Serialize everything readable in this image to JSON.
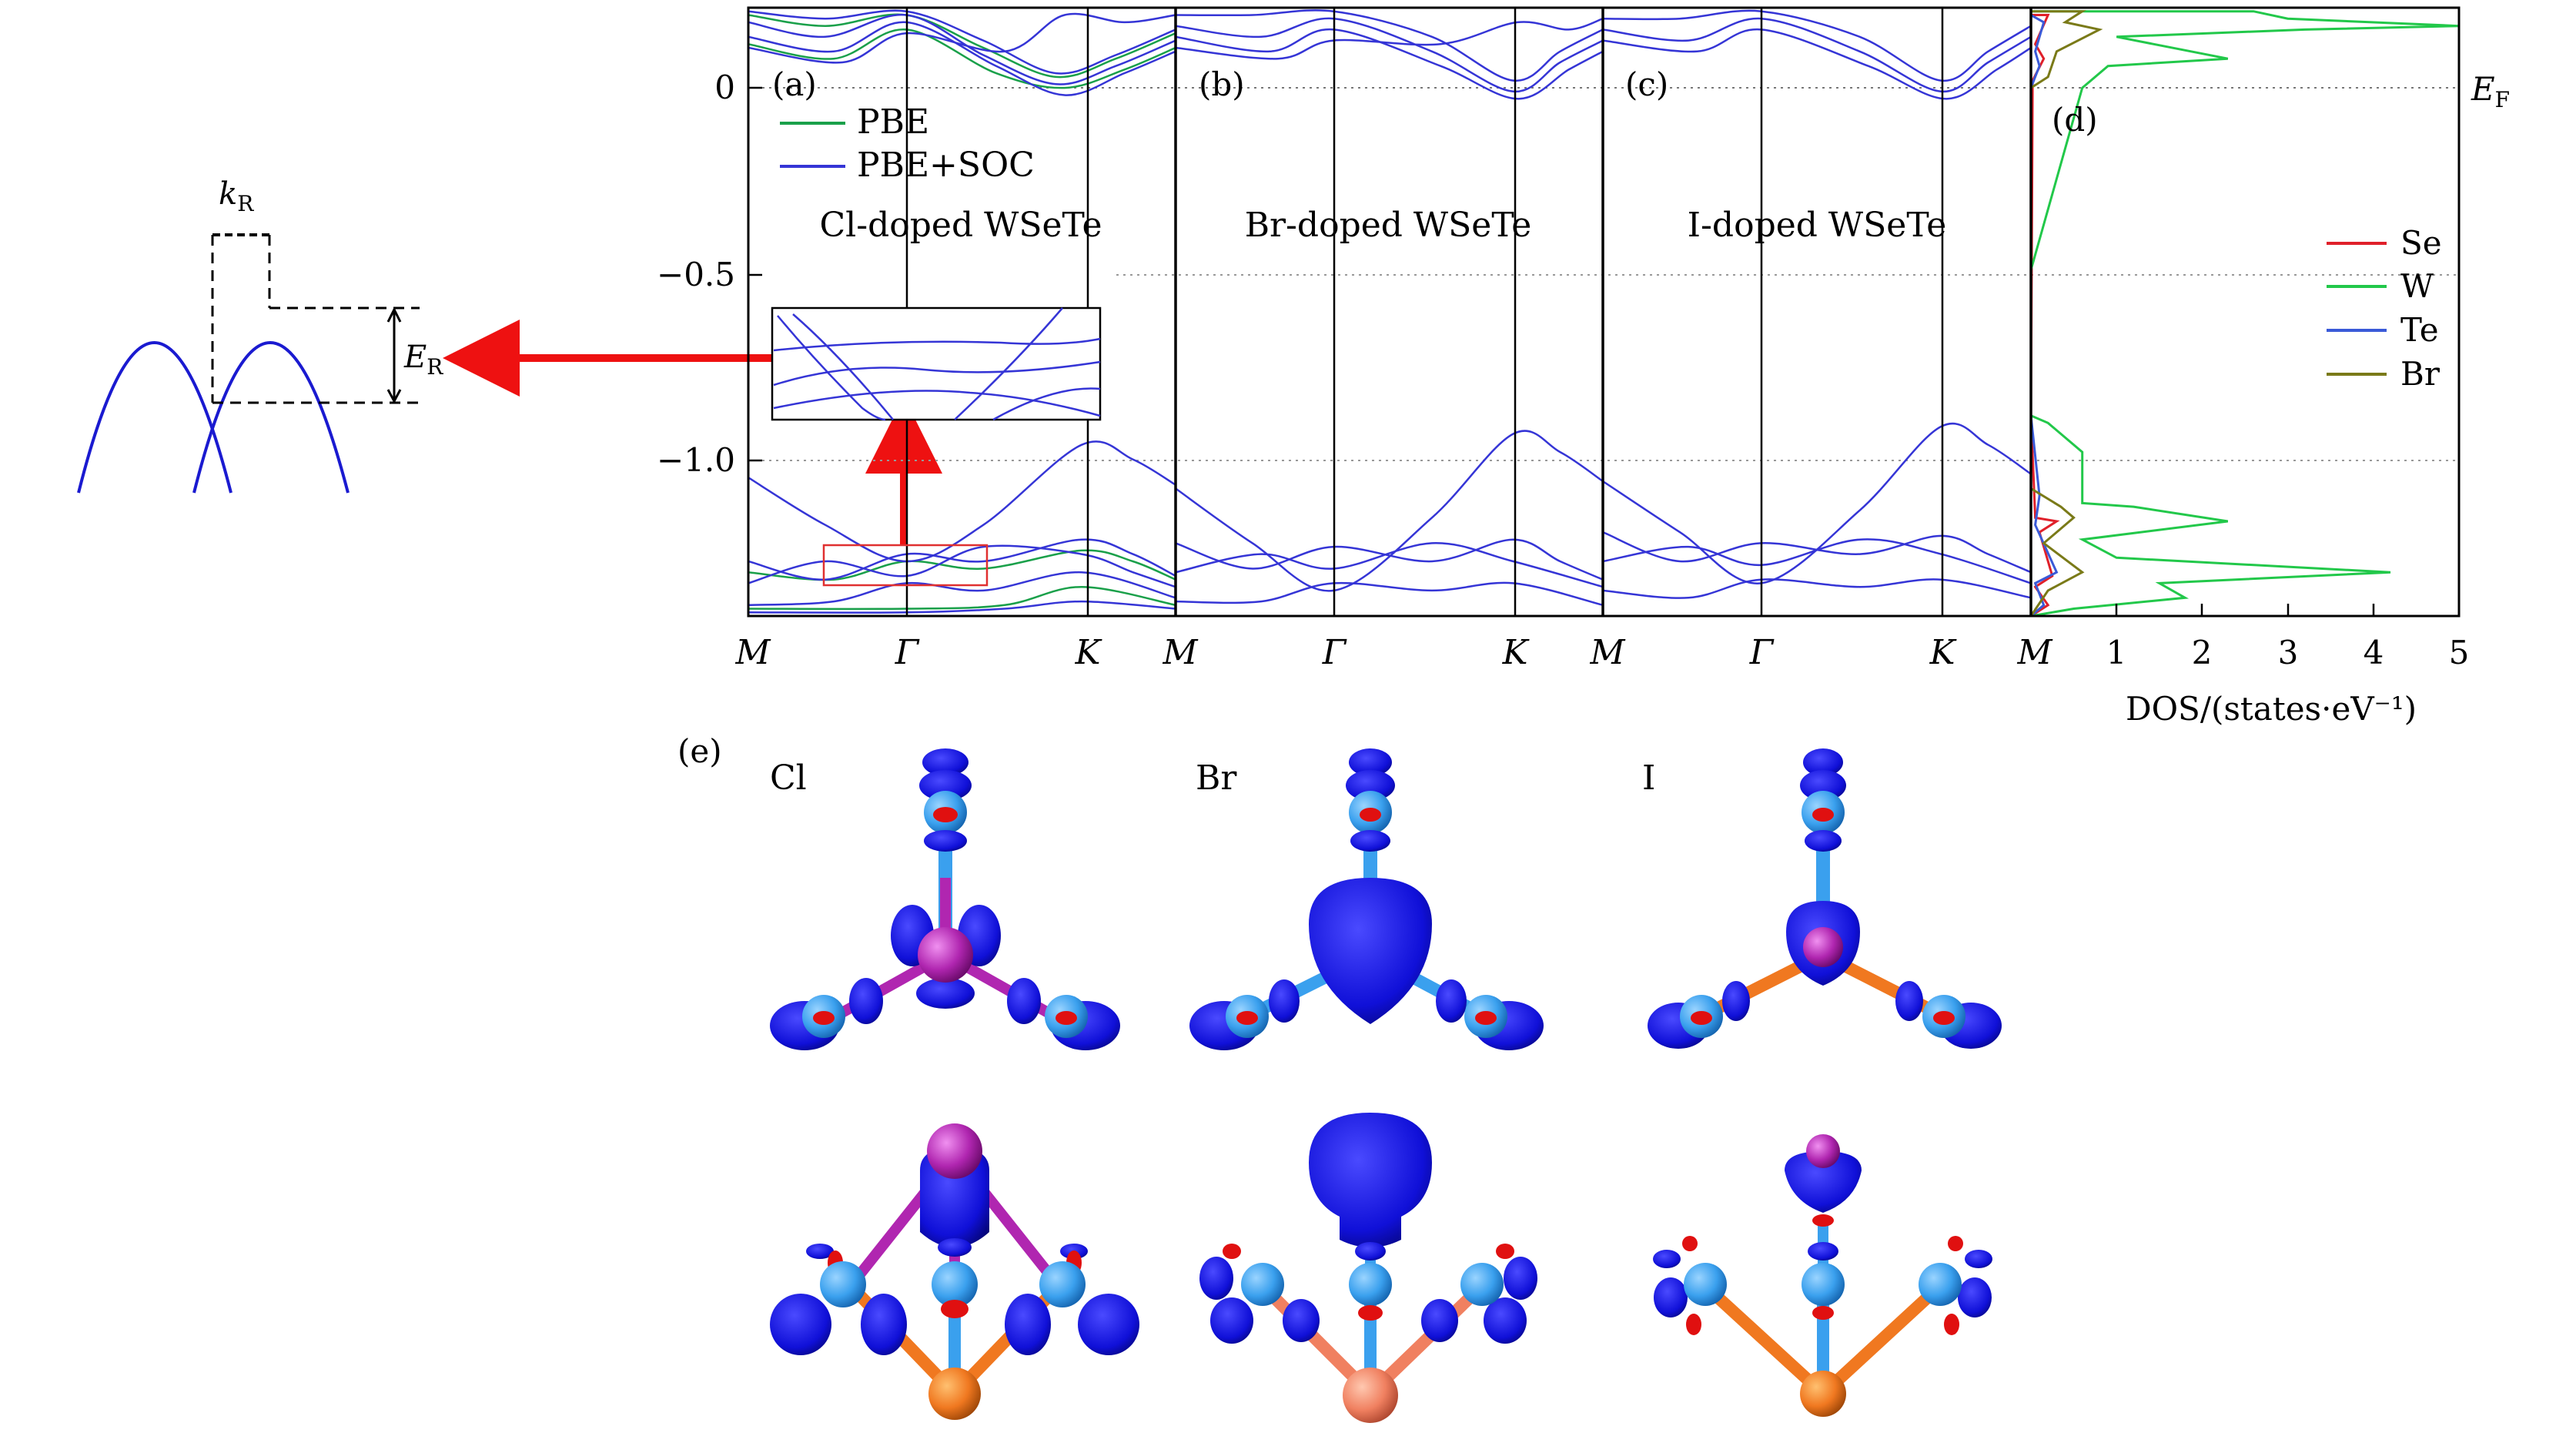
{
  "colors": {
    "pbe": "#1aa04a",
    "soc": "#3535d6",
    "se": "#e0202a",
    "w": "#22c84a",
    "te": "#3a5ad8",
    "br": "#7a7a18",
    "arrow": "#ee1111",
    "iso_blue": "#1010d8",
    "iso_red": "#e01010",
    "atom_blue": "#3aa0ee",
    "atom_magenta": "#b026b0",
    "atom_orange": "#f07820",
    "atom_salmon": "#f08060"
  },
  "schematic": {
    "k_label": "k",
    "k_sub": "R",
    "e_label": "E",
    "e_sub": "R"
  },
  "panels": [
    {
      "letter": "(a)",
      "title": "Cl-doped WSeTe"
    },
    {
      "letter": "(b)",
      "title": "Br-doped WSeTe"
    },
    {
      "letter": "(c)",
      "title": "I-doped WSeTe"
    },
    {
      "letter": "(d)"
    }
  ],
  "band_legend": [
    {
      "label": "PBE",
      "color": "#1aa04a"
    },
    {
      "label": "PBE+SOC",
      "color": "#3535d6"
    }
  ],
  "kpath_labels": [
    "M",
    "Γ",
    "K",
    "M",
    "Γ",
    "K",
    "M",
    "Γ",
    "K",
    "M"
  ],
  "fermi": {
    "label": "E",
    "sub": "F"
  },
  "dos_legend": [
    {
      "label": "Se",
      "color": "#e0202a"
    },
    {
      "label": "W",
      "color": "#22c84a"
    },
    {
      "label": "Te",
      "color": "#3a5ad8"
    },
    {
      "label": "Br",
      "color": "#7a7a18"
    }
  ],
  "dos_axis_label": "DOS/(states·eV⁻¹)",
  "e_panel": {
    "letter": "(e)",
    "labels": [
      "Cl",
      "Br",
      "I"
    ]
  },
  "chart_data": {
    "type": "line",
    "title": "",
    "xlabel": "",
    "ylabel": "",
    "ylim": [
      -1.45,
      0.22
    ],
    "yticks": [
      {
        "value": 0.0,
        "label": "0"
      },
      {
        "value": -0.5,
        "label": "−0.5"
      },
      {
        "value": -1.0,
        "label": "−1.0"
      }
    ],
    "kpath": [
      "M",
      "Γ",
      "K",
      "M"
    ],
    "bands": {
      "cl_soc": [
        [
          [
            0.0,
            0.21
          ],
          [
            0.18,
            0.19
          ],
          [
            0.37,
            0.21
          ],
          [
            0.55,
            0.13
          ],
          [
            0.72,
            0.04
          ],
          [
            0.86,
            0.09
          ],
          [
            1.0,
            0.16
          ]
        ],
        [
          [
            0.0,
            0.18
          ],
          [
            0.18,
            0.14
          ],
          [
            0.37,
            0.2
          ],
          [
            0.55,
            0.09
          ],
          [
            0.72,
            0.01
          ],
          [
            0.86,
            0.06
          ],
          [
            1.0,
            0.13
          ]
        ],
        [
          [
            0.0,
            0.14
          ],
          [
            0.2,
            0.1
          ],
          [
            0.37,
            0.18
          ],
          [
            0.58,
            0.06
          ],
          [
            0.74,
            -0.02
          ],
          [
            0.88,
            0.04
          ],
          [
            1.0,
            0.1
          ]
        ],
        [
          [
            0.0,
            0.11
          ],
          [
            0.22,
            0.07
          ],
          [
            0.37,
            0.15
          ],
          [
            0.6,
            0.1
          ],
          [
            0.74,
            0.2
          ],
          [
            0.88,
            0.18
          ],
          [
            1.0,
            0.2
          ]
        ],
        [
          [
            0.0,
            -1.07
          ],
          [
            0.18,
            -1.2
          ],
          [
            0.37,
            -1.3
          ],
          [
            0.55,
            -1.2
          ],
          [
            0.78,
            -0.98
          ],
          [
            0.9,
            -1.02
          ],
          [
            1.0,
            -1.09
          ]
        ],
        [
          [
            0.0,
            -1.3
          ],
          [
            0.18,
            -1.35
          ],
          [
            0.37,
            -1.28
          ],
          [
            0.55,
            -1.3
          ],
          [
            0.78,
            -1.24
          ],
          [
            0.9,
            -1.28
          ],
          [
            1.0,
            -1.34
          ]
        ],
        [
          [
            0.0,
            -1.36
          ],
          [
            0.18,
            -1.3
          ],
          [
            0.37,
            -1.34
          ],
          [
            0.55,
            -1.26
          ],
          [
            0.78,
            -1.28
          ],
          [
            0.9,
            -1.33
          ],
          [
            1.0,
            -1.37
          ]
        ],
        [
          [
            0.0,
            -1.42
          ],
          [
            0.2,
            -1.41
          ],
          [
            0.37,
            -1.36
          ],
          [
            0.55,
            -1.38
          ],
          [
            0.78,
            -1.33
          ],
          [
            1.0,
            -1.4
          ]
        ],
        [
          [
            0.0,
            -1.44
          ],
          [
            0.37,
            -1.44
          ],
          [
            0.6,
            -1.43
          ],
          [
            0.78,
            -1.41
          ],
          [
            1.0,
            -1.43
          ]
        ]
      ],
      "cl_pbe": [
        [
          [
            0.0,
            0.2
          ],
          [
            0.18,
            0.17
          ],
          [
            0.37,
            0.2
          ],
          [
            0.55,
            0.11
          ],
          [
            0.72,
            0.03
          ],
          [
            0.86,
            0.08
          ],
          [
            1.0,
            0.15
          ]
        ],
        [
          [
            0.0,
            0.12
          ],
          [
            0.2,
            0.08
          ],
          [
            0.37,
            0.16
          ],
          [
            0.58,
            0.04
          ],
          [
            0.74,
            0.0
          ],
          [
            0.88,
            0.05
          ],
          [
            1.0,
            0.11
          ]
        ],
        [
          [
            0.0,
            -1.33
          ],
          [
            0.2,
            -1.35
          ],
          [
            0.37,
            -1.3
          ],
          [
            0.55,
            -1.32
          ],
          [
            0.78,
            -1.27
          ],
          [
            0.9,
            -1.3
          ],
          [
            1.0,
            -1.35
          ]
        ],
        [
          [
            0.0,
            -1.43
          ],
          [
            0.37,
            -1.43
          ],
          [
            0.6,
            -1.42
          ],
          [
            0.78,
            -1.37
          ],
          [
            1.0,
            -1.42
          ]
        ]
      ],
      "br_soc": [
        [
          [
            0.0,
            0.2
          ],
          [
            0.18,
            0.2
          ],
          [
            0.37,
            0.21
          ],
          [
            0.6,
            0.14
          ],
          [
            0.79,
            0.02
          ],
          [
            0.9,
            0.1
          ],
          [
            1.0,
            0.16
          ]
        ],
        [
          [
            0.0,
            0.17
          ],
          [
            0.2,
            0.14
          ],
          [
            0.37,
            0.19
          ],
          [
            0.6,
            0.1
          ],
          [
            0.79,
            -0.01
          ],
          [
            0.9,
            0.07
          ],
          [
            1.0,
            0.13
          ]
        ],
        [
          [
            0.0,
            0.14
          ],
          [
            0.22,
            0.1
          ],
          [
            0.37,
            0.16
          ],
          [
            0.62,
            0.06
          ],
          [
            0.8,
            -0.03
          ],
          [
            0.92,
            0.05
          ],
          [
            1.0,
            0.1
          ]
        ],
        [
          [
            0.0,
            0.11
          ],
          [
            0.24,
            0.08
          ],
          [
            0.37,
            0.13
          ],
          [
            0.62,
            0.12
          ],
          [
            0.8,
            0.18
          ],
          [
            0.92,
            0.16
          ],
          [
            1.0,
            0.19
          ]
        ],
        [
          [
            0.0,
            -1.1
          ],
          [
            0.18,
            -1.25
          ],
          [
            0.37,
            -1.38
          ],
          [
            0.6,
            -1.18
          ],
          [
            0.79,
            -0.95
          ],
          [
            0.9,
            -1.0
          ],
          [
            1.0,
            -1.08
          ]
        ],
        [
          [
            0.0,
            -1.25
          ],
          [
            0.18,
            -1.32
          ],
          [
            0.37,
            -1.26
          ],
          [
            0.6,
            -1.3
          ],
          [
            0.79,
            -1.24
          ],
          [
            0.9,
            -1.3
          ],
          [
            1.0,
            -1.35
          ]
        ],
        [
          [
            0.0,
            -1.33
          ],
          [
            0.2,
            -1.28
          ],
          [
            0.37,
            -1.32
          ],
          [
            0.6,
            -1.25
          ],
          [
            0.79,
            -1.3
          ],
          [
            1.0,
            -1.37
          ]
        ],
        [
          [
            0.0,
            -1.41
          ],
          [
            0.2,
            -1.41
          ],
          [
            0.37,
            -1.36
          ],
          [
            0.6,
            -1.38
          ],
          [
            0.79,
            -1.36
          ],
          [
            1.0,
            -1.42
          ]
        ]
      ],
      "i_soc": [
        [
          [
            0.0,
            0.19
          ],
          [
            0.18,
            0.19
          ],
          [
            0.37,
            0.21
          ],
          [
            0.6,
            0.14
          ],
          [
            0.79,
            0.02
          ],
          [
            0.9,
            0.1
          ],
          [
            1.0,
            0.17
          ]
        ],
        [
          [
            0.0,
            0.16
          ],
          [
            0.2,
            0.13
          ],
          [
            0.37,
            0.19
          ],
          [
            0.6,
            0.1
          ],
          [
            0.79,
            -0.01
          ],
          [
            0.9,
            0.07
          ],
          [
            1.0,
            0.14
          ]
        ],
        [
          [
            0.0,
            0.13
          ],
          [
            0.22,
            0.1
          ],
          [
            0.37,
            0.16
          ],
          [
            0.62,
            0.06
          ],
          [
            0.8,
            -0.03
          ],
          [
            0.92,
            0.05
          ],
          [
            1.0,
            0.11
          ]
        ],
        [
          [
            0.0,
            -1.08
          ],
          [
            0.18,
            -1.22
          ],
          [
            0.37,
            -1.36
          ],
          [
            0.6,
            -1.16
          ],
          [
            0.79,
            -0.93
          ],
          [
            0.9,
            -0.98
          ],
          [
            1.0,
            -1.06
          ]
        ],
        [
          [
            0.0,
            -1.22
          ],
          [
            0.18,
            -1.3
          ],
          [
            0.37,
            -1.25
          ],
          [
            0.6,
            -1.28
          ],
          [
            0.79,
            -1.23
          ],
          [
            0.9,
            -1.28
          ],
          [
            1.0,
            -1.33
          ]
        ],
        [
          [
            0.0,
            -1.3
          ],
          [
            0.2,
            -1.26
          ],
          [
            0.37,
            -1.31
          ],
          [
            0.6,
            -1.24
          ],
          [
            0.79,
            -1.28
          ],
          [
            1.0,
            -1.36
          ]
        ],
        [
          [
            0.0,
            -1.38
          ],
          [
            0.2,
            -1.4
          ],
          [
            0.37,
            -1.35
          ],
          [
            0.6,
            -1.37
          ],
          [
            0.79,
            -1.35
          ],
          [
            1.0,
            -1.4
          ]
        ]
      ]
    },
    "dos": {
      "xlim": [
        0,
        5
      ],
      "xticks": [
        1,
        2,
        3,
        4,
        5
      ],
      "series": [
        {
          "name": "Se",
          "points": [
            [
              0.0,
              0.2
            ],
            [
              0.2,
              0.2
            ],
            [
              0.05,
              0.12
            ],
            [
              0.15,
              0.08
            ],
            [
              0.02,
              0.02
            ],
            [
              0.0,
              -0.9
            ],
            [
              0.05,
              -1.18
            ],
            [
              0.3,
              -1.19
            ],
            [
              0.1,
              -1.22
            ],
            [
              0.25,
              -1.34
            ],
            [
              0.05,
              -1.37
            ],
            [
              0.2,
              -1.42
            ],
            [
              0.0,
              -1.45
            ]
          ]
        },
        {
          "name": "W",
          "points": [
            [
              0.0,
              0.21
            ],
            [
              2.6,
              0.21
            ],
            [
              3.0,
              0.19
            ],
            [
              5.0,
              0.17
            ],
            [
              3.2,
              0.16
            ],
            [
              1.0,
              0.14
            ],
            [
              2.3,
              0.08
            ],
            [
              0.9,
              0.06
            ],
            [
              0.6,
              0.0
            ],
            [
              0.0,
              -0.5
            ],
            [
              0.0,
              -0.9
            ],
            [
              0.2,
              -0.92
            ],
            [
              0.6,
              -1.0
            ],
            [
              0.6,
              -1.14
            ],
            [
              1.2,
              -1.15
            ],
            [
              2.3,
              -1.19
            ],
            [
              0.6,
              -1.24
            ],
            [
              1.0,
              -1.29
            ],
            [
              4.2,
              -1.33
            ],
            [
              1.5,
              -1.36
            ],
            [
              1.8,
              -1.4
            ],
            [
              0.5,
              -1.43
            ],
            [
              0.0,
              -1.45
            ]
          ]
        },
        {
          "name": "Te",
          "points": [
            [
              0.0,
              0.2
            ],
            [
              0.15,
              0.18
            ],
            [
              0.05,
              0.1
            ],
            [
              0.1,
              0.06
            ],
            [
              0.0,
              0.0
            ],
            [
              0.0,
              -0.9
            ],
            [
              0.1,
              -1.12
            ],
            [
              0.05,
              -1.2
            ],
            [
              0.3,
              -1.33
            ],
            [
              0.05,
              -1.36
            ],
            [
              0.15,
              -1.42
            ],
            [
              0.0,
              -1.45
            ]
          ]
        },
        {
          "name": "Br",
          "points": [
            [
              0.0,
              0.21
            ],
            [
              0.6,
              0.21
            ],
            [
              0.4,
              0.18
            ],
            [
              0.8,
              0.16
            ],
            [
              0.3,
              0.1
            ],
            [
              0.2,
              0.03
            ],
            [
              0.0,
              0.0
            ],
            [
              0.0,
              -1.1
            ],
            [
              0.35,
              -1.15
            ],
            [
              0.5,
              -1.18
            ],
            [
              0.15,
              -1.25
            ],
            [
              0.6,
              -1.33
            ],
            [
              0.2,
              -1.38
            ],
            [
              0.0,
              -1.45
            ]
          ]
        }
      ]
    }
  }
}
